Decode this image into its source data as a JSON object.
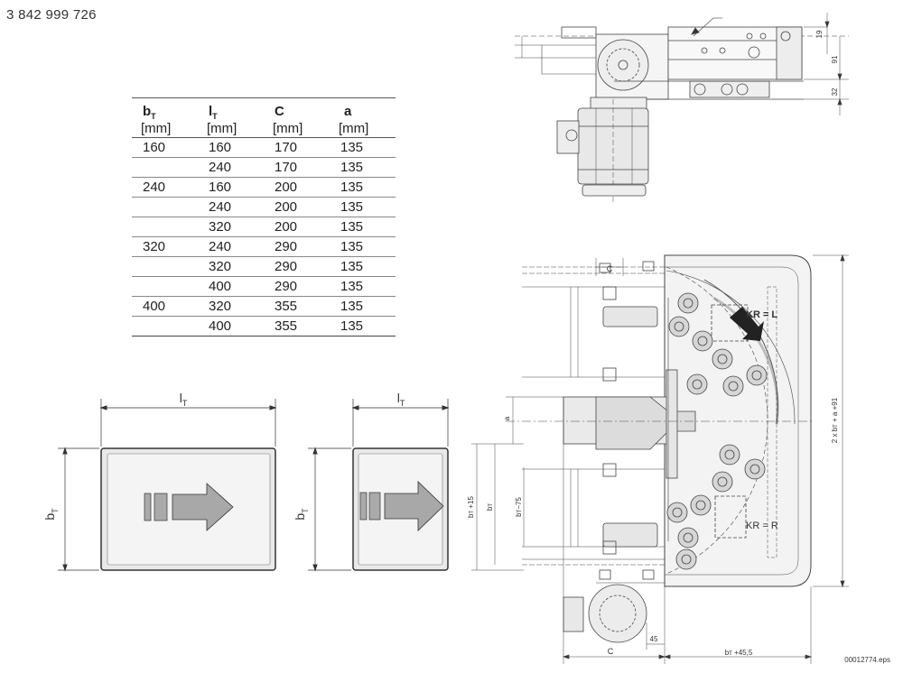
{
  "part_number": "3 842 999 726",
  "file_ref": "00012774.eps",
  "table": {
    "headers": [
      {
        "main": "b",
        "sub": "T"
      },
      {
        "main": "l",
        "sub": "T"
      },
      {
        "main": "C",
        "sub": ""
      },
      {
        "main": "a",
        "sub": ""
      }
    ],
    "units": [
      "[mm]",
      "[mm]",
      "[mm]",
      "[mm]"
    ],
    "rows": [
      [
        "160",
        "160",
        "170",
        "135"
      ],
      [
        "",
        "240",
        "170",
        "135"
      ],
      [
        "240",
        "160",
        "200",
        "135"
      ],
      [
        "",
        "240",
        "200",
        "135"
      ],
      [
        "",
        "320",
        "200",
        "135"
      ],
      [
        "320",
        "240",
        "290",
        "135"
      ],
      [
        "",
        "320",
        "290",
        "135"
      ],
      [
        "",
        "400",
        "290",
        "135"
      ],
      [
        "400",
        "320",
        "355",
        "135"
      ],
      [
        "",
        "400",
        "355",
        "135"
      ]
    ]
  },
  "sketches": {
    "left": {
      "lt_label": "l",
      "lt_sub": "T",
      "bt_label": "b",
      "bt_sub": "T"
    },
    "right": {
      "lt_label": "l",
      "lt_sub": "T",
      "bt_label": "b",
      "bt_sub": "T"
    }
  },
  "drawing_labels": {
    "dim_19": "19",
    "dim_91": "91",
    "dim_32": "32",
    "kr_l": "KR = L",
    "kr_r": "KR = R",
    "dim_a": "a",
    "dim_bt15": "bᴛ +15",
    "dim_bt": "bᴛ",
    "dim_bt75": "bᴛ−75",
    "dim_c_top": "C",
    "dim_c_bottom": "C",
    "dim_45": "45",
    "dim_bt455": "bᴛ +45,5",
    "dim_2xbt": "2 x bᴛ + a +91"
  }
}
